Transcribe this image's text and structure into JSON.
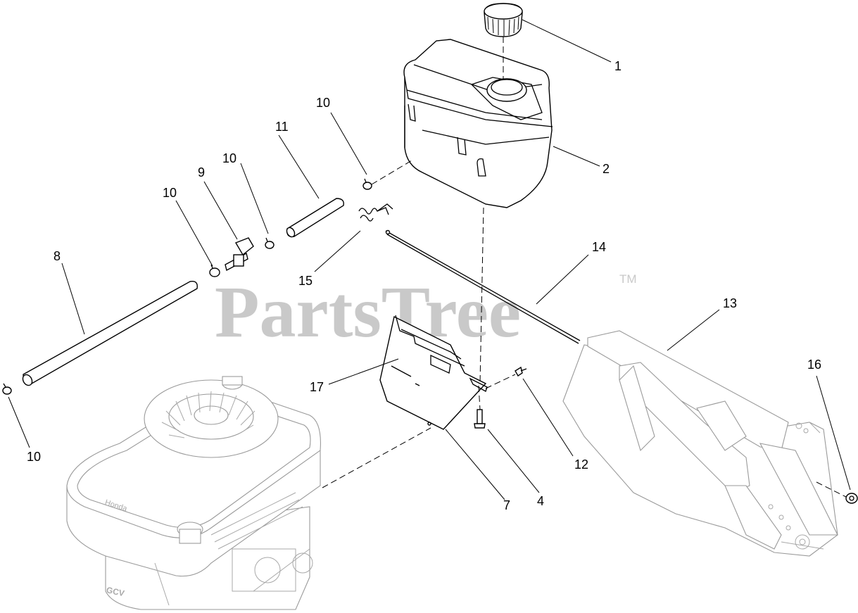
{
  "watermark": {
    "text": "PartsTree",
    "trademark": "TM"
  },
  "callouts": [
    {
      "id": "c1",
      "label": "1"
    },
    {
      "id": "c2",
      "label": "2"
    },
    {
      "id": "c10a",
      "label": "10"
    },
    {
      "id": "c11",
      "label": "11"
    },
    {
      "id": "c10b",
      "label": "10"
    },
    {
      "id": "c9",
      "label": "9"
    },
    {
      "id": "c10c",
      "label": "10"
    },
    {
      "id": "c8",
      "label": "8"
    },
    {
      "id": "c15",
      "label": "15"
    },
    {
      "id": "c14",
      "label": "14"
    },
    {
      "id": "c13",
      "label": "13"
    },
    {
      "id": "c16",
      "label": "16"
    },
    {
      "id": "c17",
      "label": "17"
    },
    {
      "id": "c12",
      "label": "12"
    },
    {
      "id": "c4",
      "label": "4"
    },
    {
      "id": "c7",
      "label": "7"
    },
    {
      "id": "c10d",
      "label": "10"
    }
  ],
  "engine": {
    "brand_plate": "Honda",
    "model_plate": "GCV"
  }
}
